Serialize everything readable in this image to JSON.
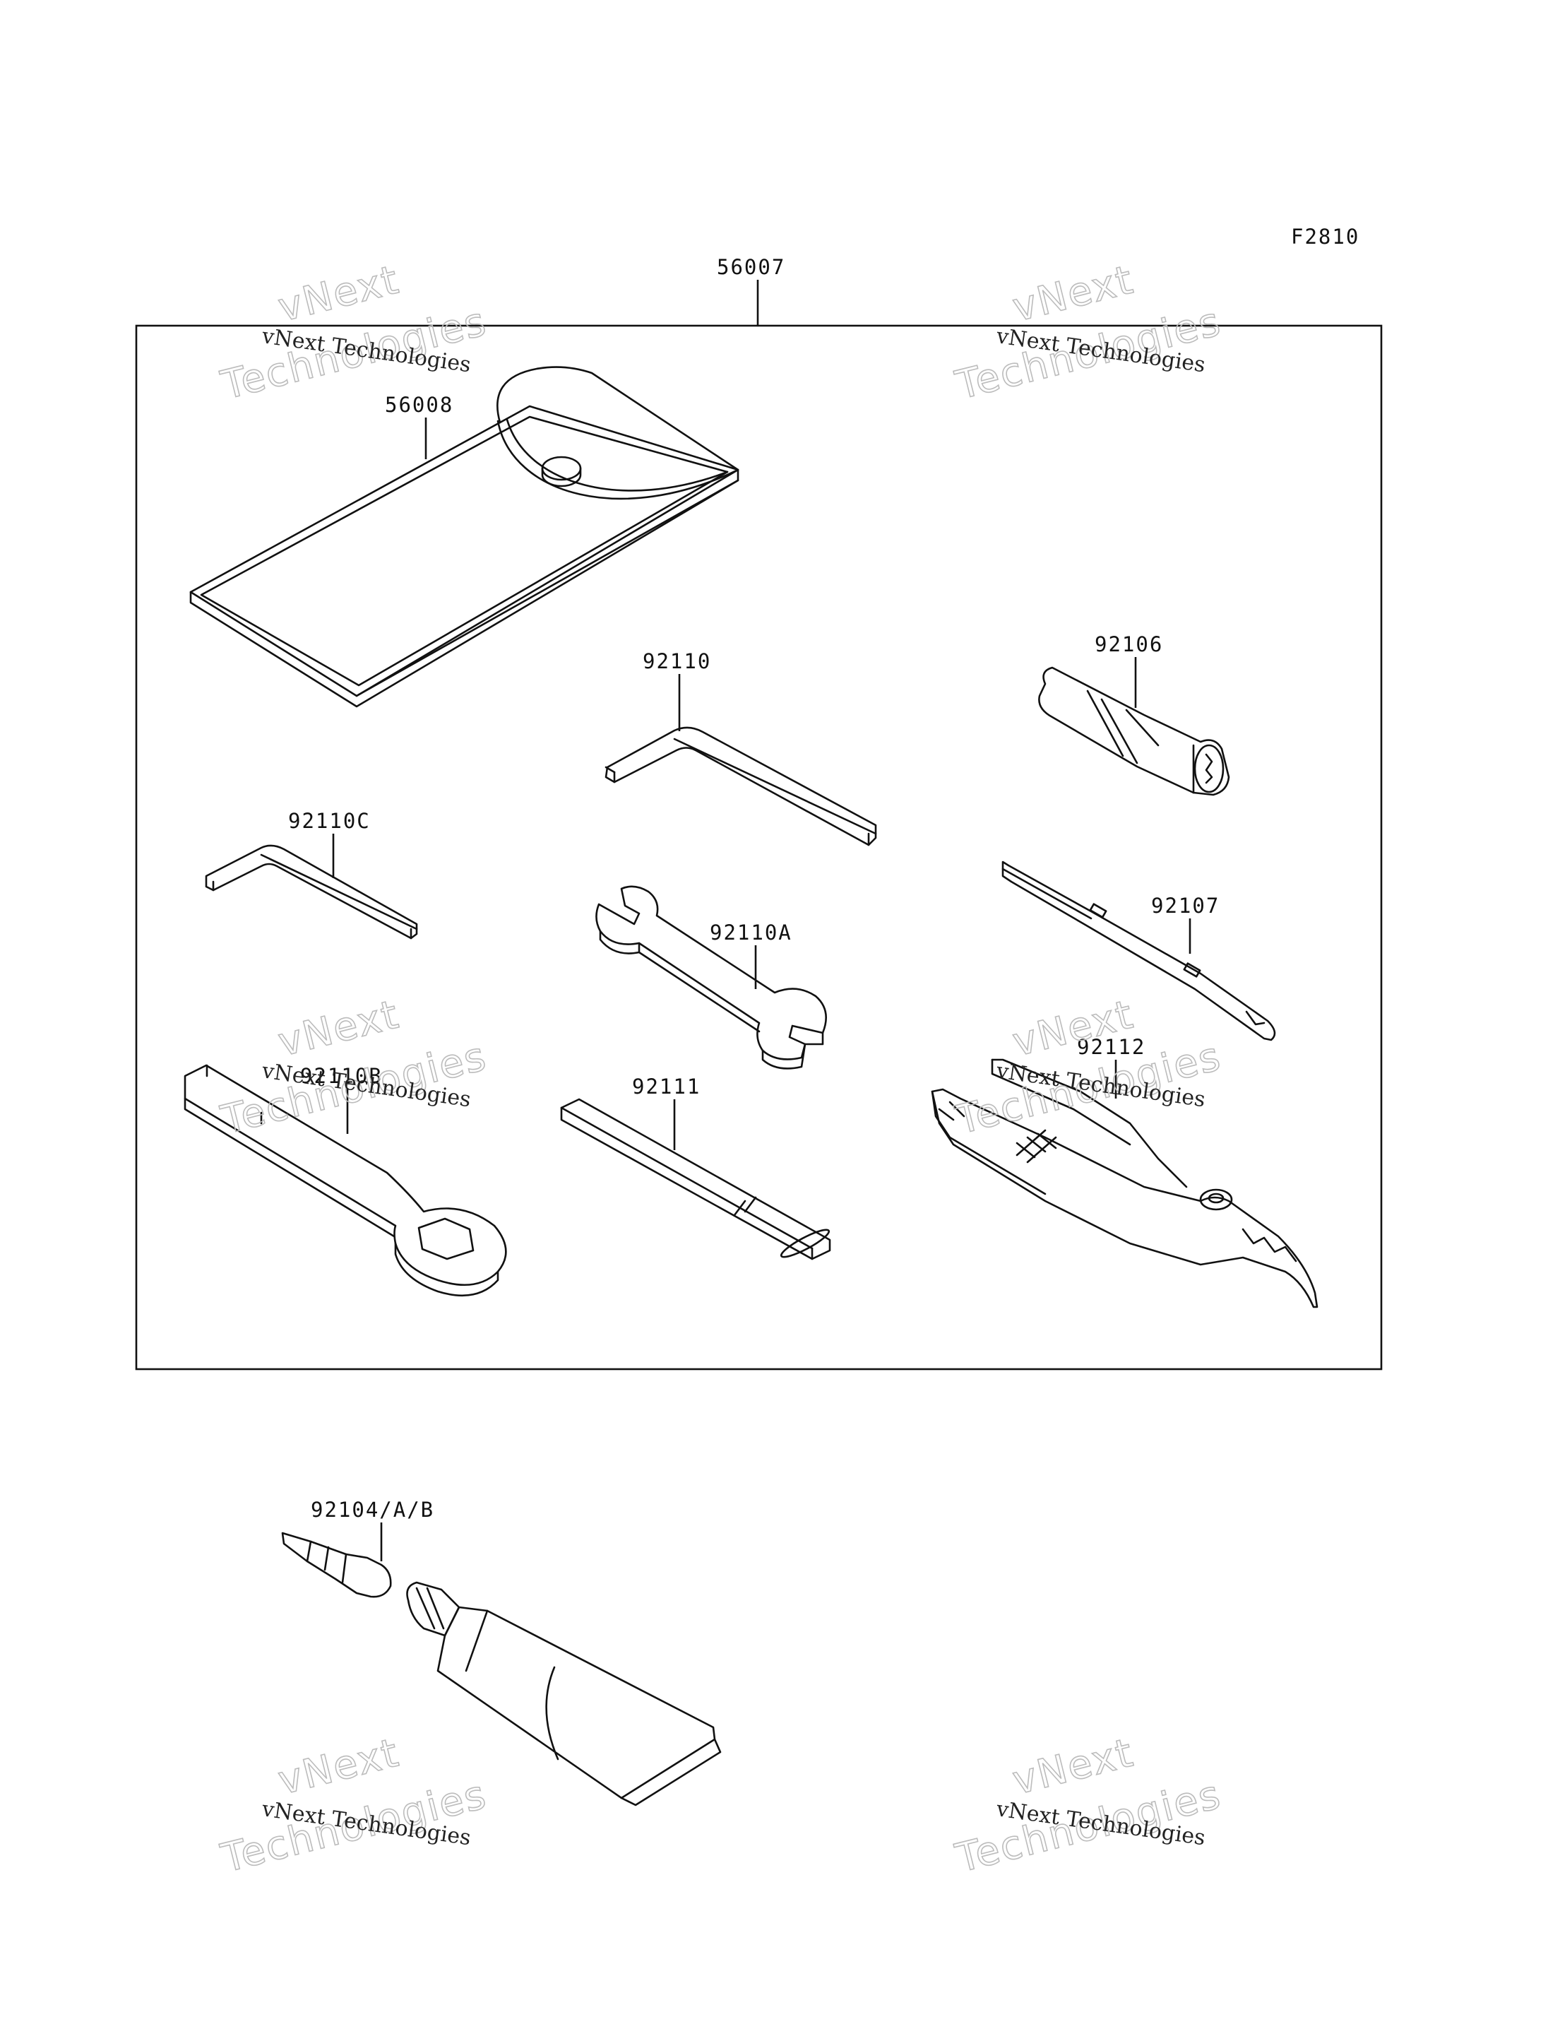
{
  "diagram": {
    "figure_code": "F2810",
    "parts": {
      "kit": "56007",
      "pouch": "56008",
      "hex_key_large": "92110",
      "hex_key_small": "92110C",
      "wrench_open": "92110A",
      "wrench_ring": "92110B",
      "bar": "92111",
      "handle": "92106",
      "screwdriver": "92107",
      "pliers": "92112",
      "tube": "92104/A/B"
    },
    "watermark": {
      "line1": "vNext Technologies",
      "line2": "vNext",
      "line3": "Technologies"
    }
  }
}
